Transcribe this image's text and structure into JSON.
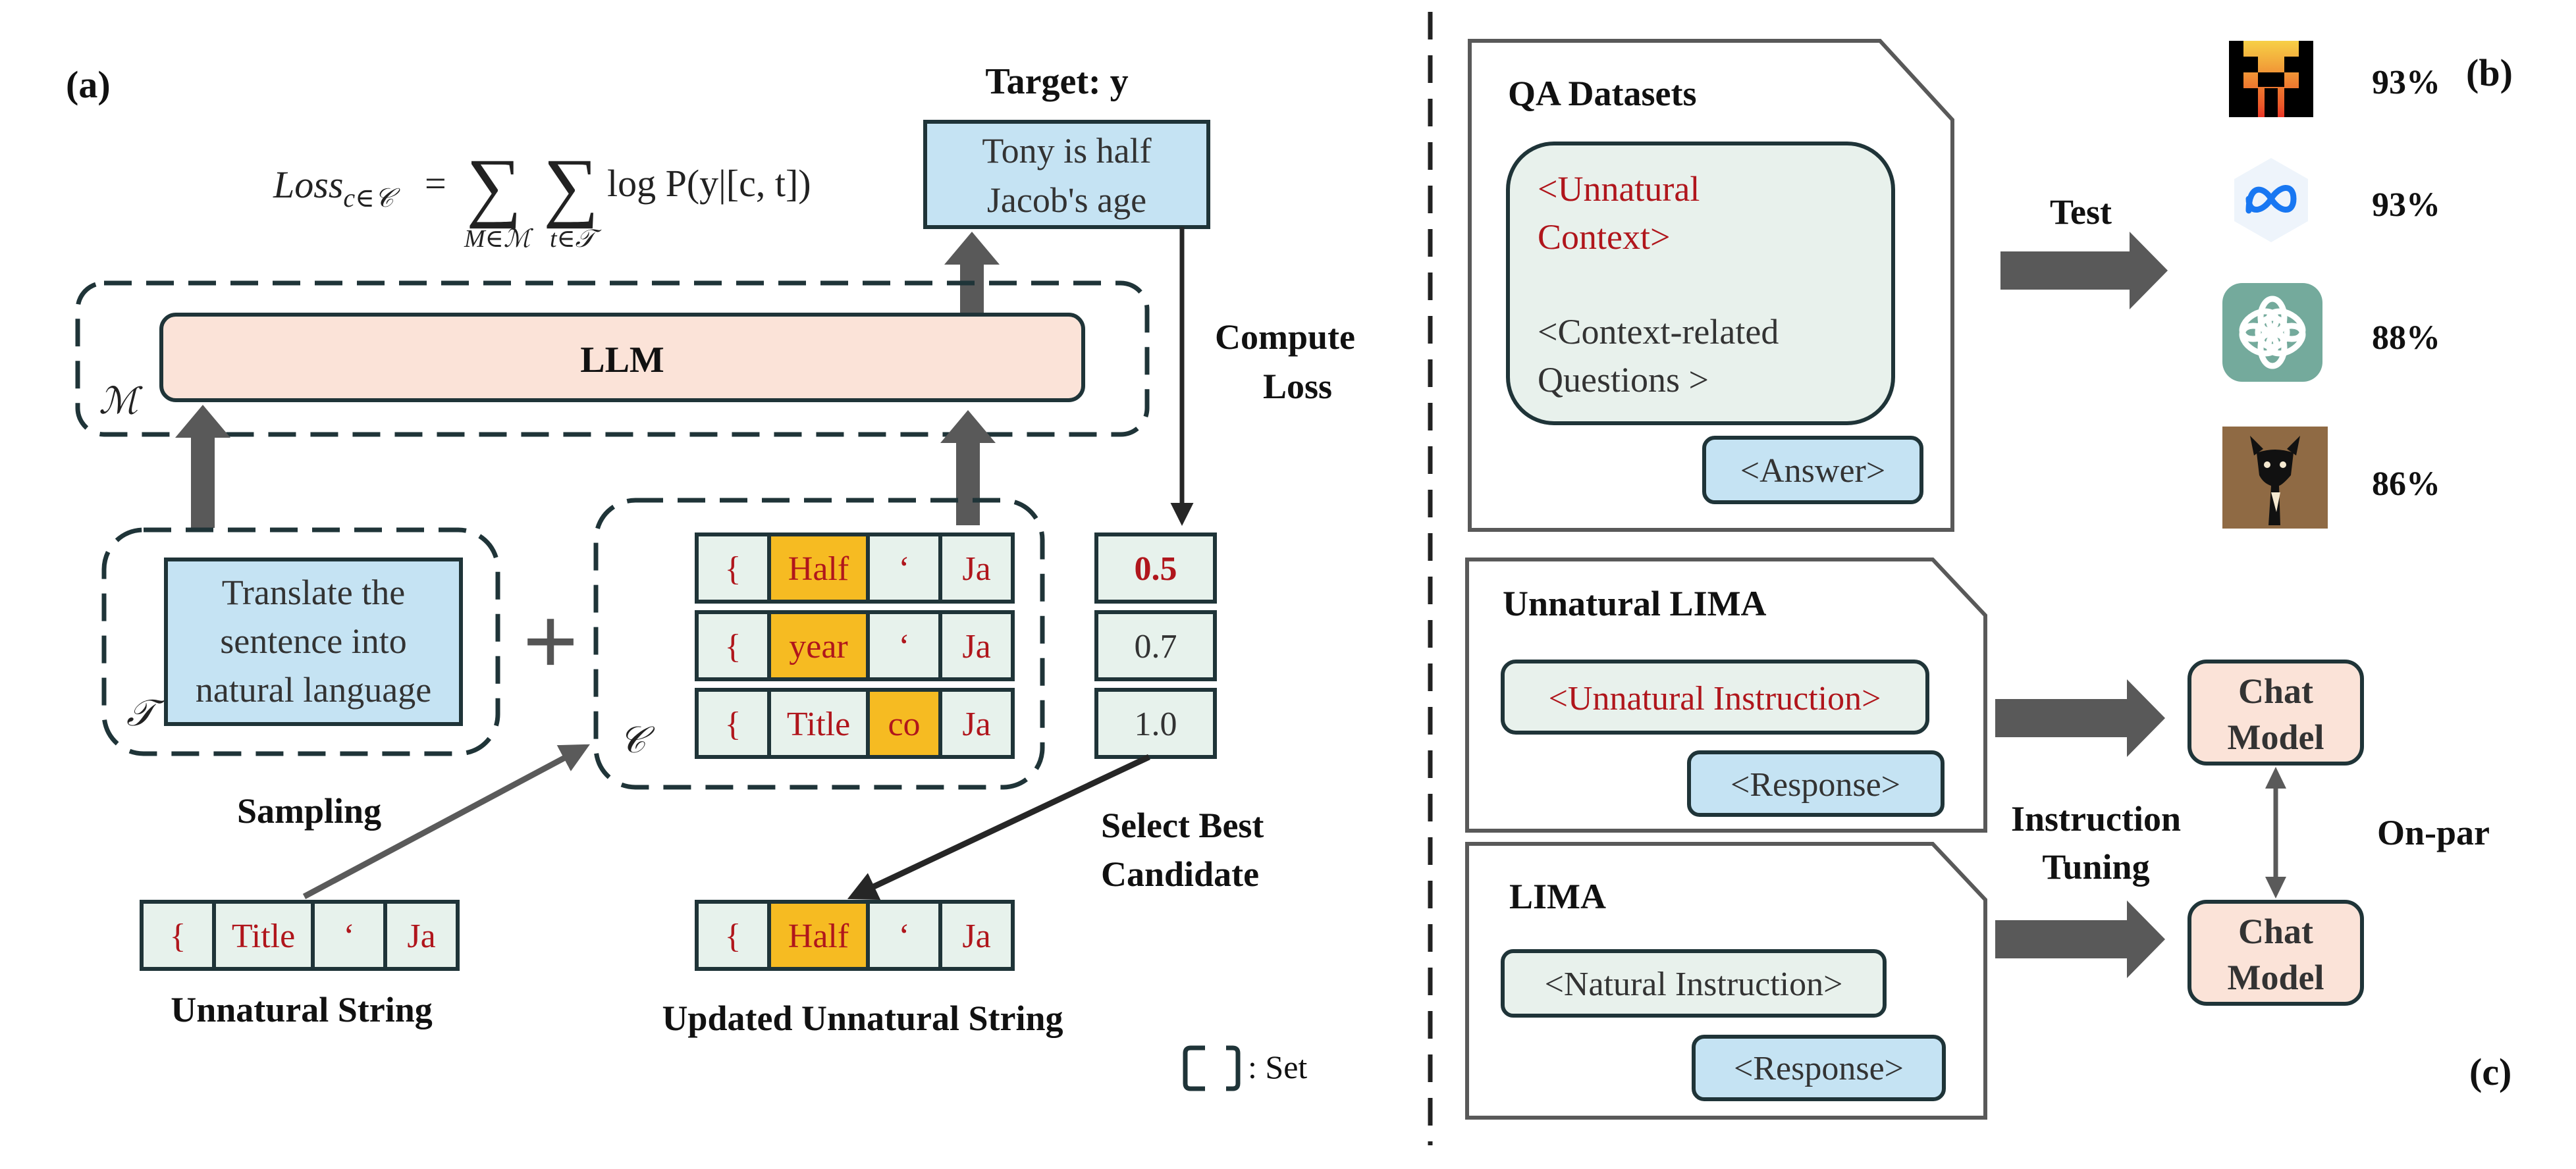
{
  "panel_a": {
    "label": "(a)",
    "formula": {
      "loss_word": "Loss",
      "loss_sub": "c∈𝒞",
      "equals": "=",
      "sum1_sub": "M∈ℳ",
      "sum2_sub": "t∈𝒯",
      "rhs": "log P(y|[c, t])"
    },
    "target_label": "Target: y",
    "target_line1": "Tony is half",
    "target_line2": "Jacob's age",
    "llm_label": "LLM",
    "set_m_symbol": "ℳ",
    "set_t_symbol": "𝒯",
    "set_c_symbol": "𝒞",
    "template_line1": "Translate the",
    "template_line2": "sentence into",
    "template_line3": "natural language",
    "plus": "+",
    "compute_loss_line1": "Compute",
    "compute_loss_line2": "Loss",
    "candidates": [
      {
        "tokens": [
          "{",
          "Half",
          "‘",
          "Ja"
        ],
        "highlight": [
          1
        ],
        "loss": "0.5",
        "best": true
      },
      {
        "tokens": [
          "{",
          "year",
          "‘",
          "Ja"
        ],
        "highlight": [
          1
        ],
        "loss": "0.7",
        "best": false
      },
      {
        "tokens": [
          "{",
          "Title",
          "co",
          "Ja"
        ],
        "highlight": [
          2
        ],
        "loss": "1.0",
        "best": false
      }
    ],
    "sampling_label": "Sampling",
    "unnatural_string": {
      "tokens": [
        "{",
        "Title",
        "‘",
        "Ja"
      ],
      "caption": "Unnatural String"
    },
    "select_best_line1": "Select Best",
    "select_best_line2": "Candidate",
    "updated_string": {
      "tokens": [
        "{",
        "Half",
        "‘",
        "Ja"
      ],
      "highlight": [
        1
      ],
      "caption": "Updated Unnatural String"
    },
    "set_legend": ": Set"
  },
  "panel_b": {
    "label": "(b)",
    "doc_title": "QA Datasets",
    "context_line1": "<Unnatural",
    "context_line2": "Context>",
    "question_line1": "<Context-related",
    "question_line2": "Questions >",
    "answer": "<Answer>",
    "test_label": "Test",
    "models": [
      {
        "icon": "mistral-logo-icon",
        "score": "93%"
      },
      {
        "icon": "meta-logo-icon",
        "score": "93%"
      },
      {
        "icon": "openai-logo-icon",
        "score": "88%"
      },
      {
        "icon": "vicuna-logo-icon",
        "score": "86%"
      }
    ]
  },
  "panel_c": {
    "label": "(c)",
    "unnatural_lima_title": "Unnatural LIMA",
    "unnatural_instruction": "<Unnatural Instruction>",
    "response1": "<Response>",
    "lima_title": "LIMA",
    "natural_instruction": "<Natural Instruction>",
    "response2": "<Response>",
    "instruction_tuning_line1": "Instruction",
    "instruction_tuning_line2": "Tuning",
    "chat_model_line1": "Chat",
    "chat_model_line2": "Model",
    "on_par": "On-par"
  },
  "colors": {
    "token_red": "#b0161c",
    "highlight_orange": "#f6bb22",
    "token_cell_fill": "#e7f2ec",
    "border_dark": "#1f3438",
    "blue_box": "#c5e3f3",
    "llm_fill": "#fbe3d8",
    "context_fill": "#e8f1ec",
    "chat_fill": "#fbe3d8",
    "arrow_gray": "#595959"
  }
}
